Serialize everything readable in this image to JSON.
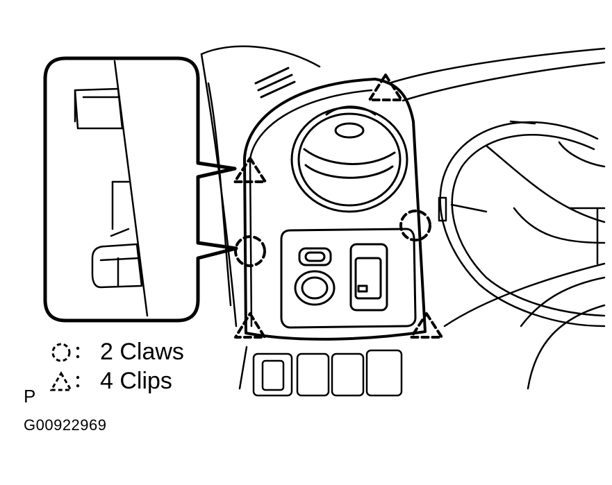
{
  "legend": {
    "claws": {
      "symbol": "circle-dashed-icon",
      "label": "2 Claws"
    },
    "clips": {
      "symbol": "triangle-dashed-icon",
      "label": "4 Clips"
    }
  },
  "corner_letter": "P",
  "figure_code": "G00922969",
  "colors": {
    "ink": "#000000",
    "paper": "#ffffff"
  }
}
